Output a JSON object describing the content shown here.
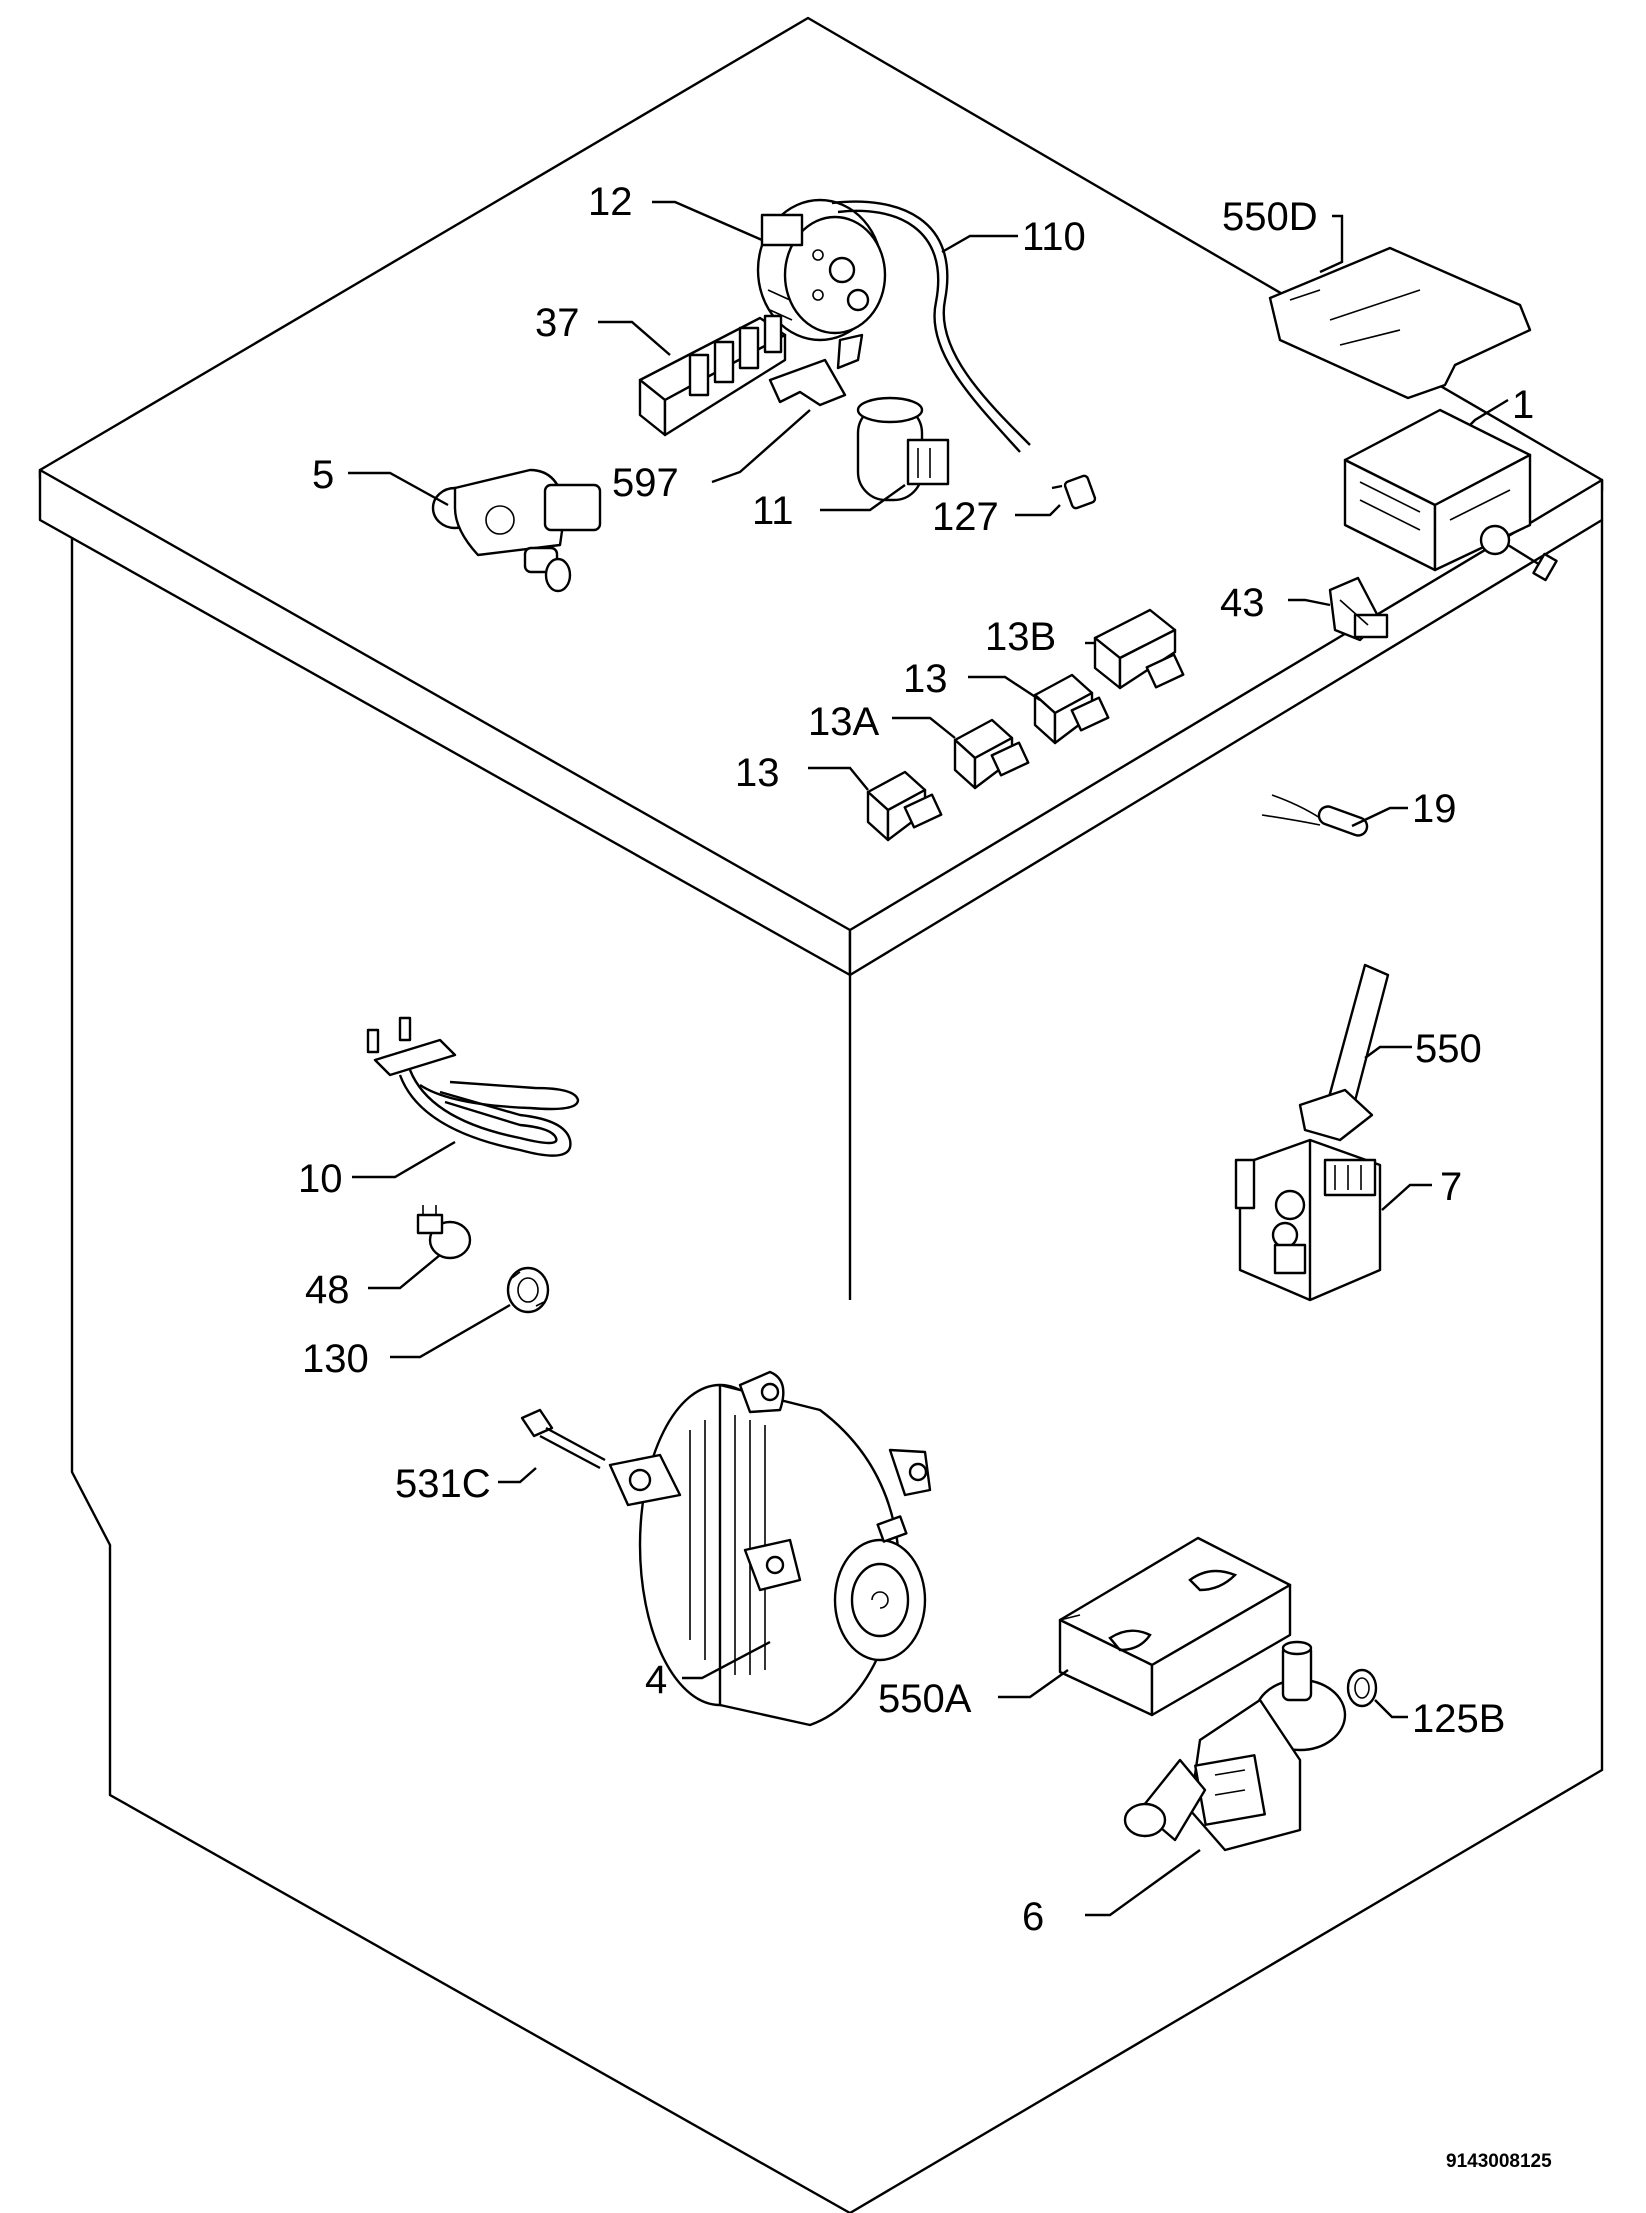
{
  "diagram": {
    "labels": {
      "p1": "1",
      "p4": "4",
      "p5": "5",
      "p6": "6",
      "p7": "7",
      "p10": "10",
      "p11": "11",
      "p12": "12",
      "p13a": "13",
      "p13b": "13",
      "p13A": "13A",
      "p13B": "13B",
      "p19": "19",
      "p37": "37",
      "p43": "43",
      "p48": "48",
      "p110": "110",
      "p125B": "125B",
      "p127": "127",
      "p130": "130",
      "p531C": "531C",
      "p550": "550",
      "p550A": "550A",
      "p550D": "550D",
      "p597": "597"
    },
    "document_number": "9143008125"
  }
}
